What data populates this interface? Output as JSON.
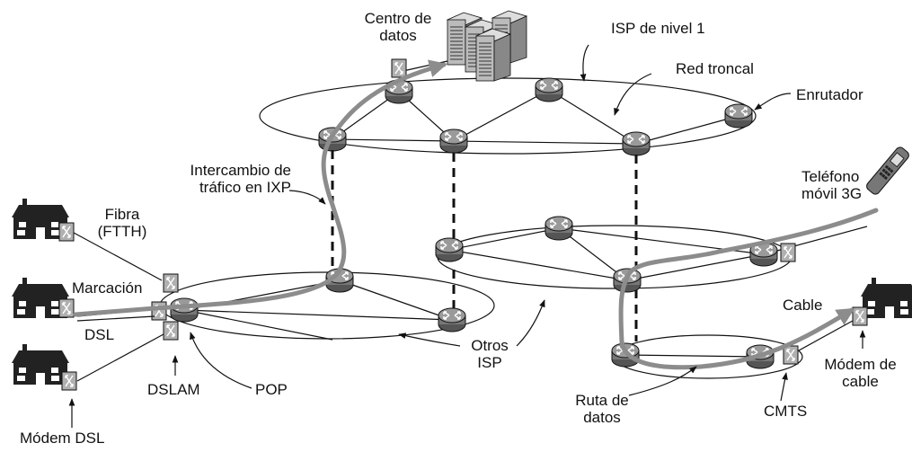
{
  "labels": {
    "data_center_1": "Centro de",
    "data_center_2": "datos",
    "tier1_isp": "ISP de nivel 1",
    "backbone": "Red troncal",
    "router": "Enrutador",
    "ixp_1": "Intercambio de",
    "ixp_2": "tráfico en IXP",
    "phone_1": "Teléfono",
    "phone_2": "móvil 3G",
    "fiber_1": "Fibra",
    "fiber_2": "(FTTH)",
    "dialup": "Marcación",
    "dsl": "DSL",
    "dslam": "DSLAM",
    "pop": "POP",
    "dsl_modem": "Módem DSL",
    "other_isp_1": "Otros",
    "other_isp_2": "ISP",
    "cable": "Cable",
    "cable_modem_1": "Módem de",
    "cable_modem_2": "cable",
    "data_path_1": "Ruta de",
    "data_path_2": "datos",
    "cmts": "CMTS"
  },
  "colors": {
    "line": "#111111",
    "data_path": "#8c8c8c",
    "router_fill": "#7a7a7a",
    "device_fill": "#a8a8a8",
    "house_fill": "#222222"
  }
}
